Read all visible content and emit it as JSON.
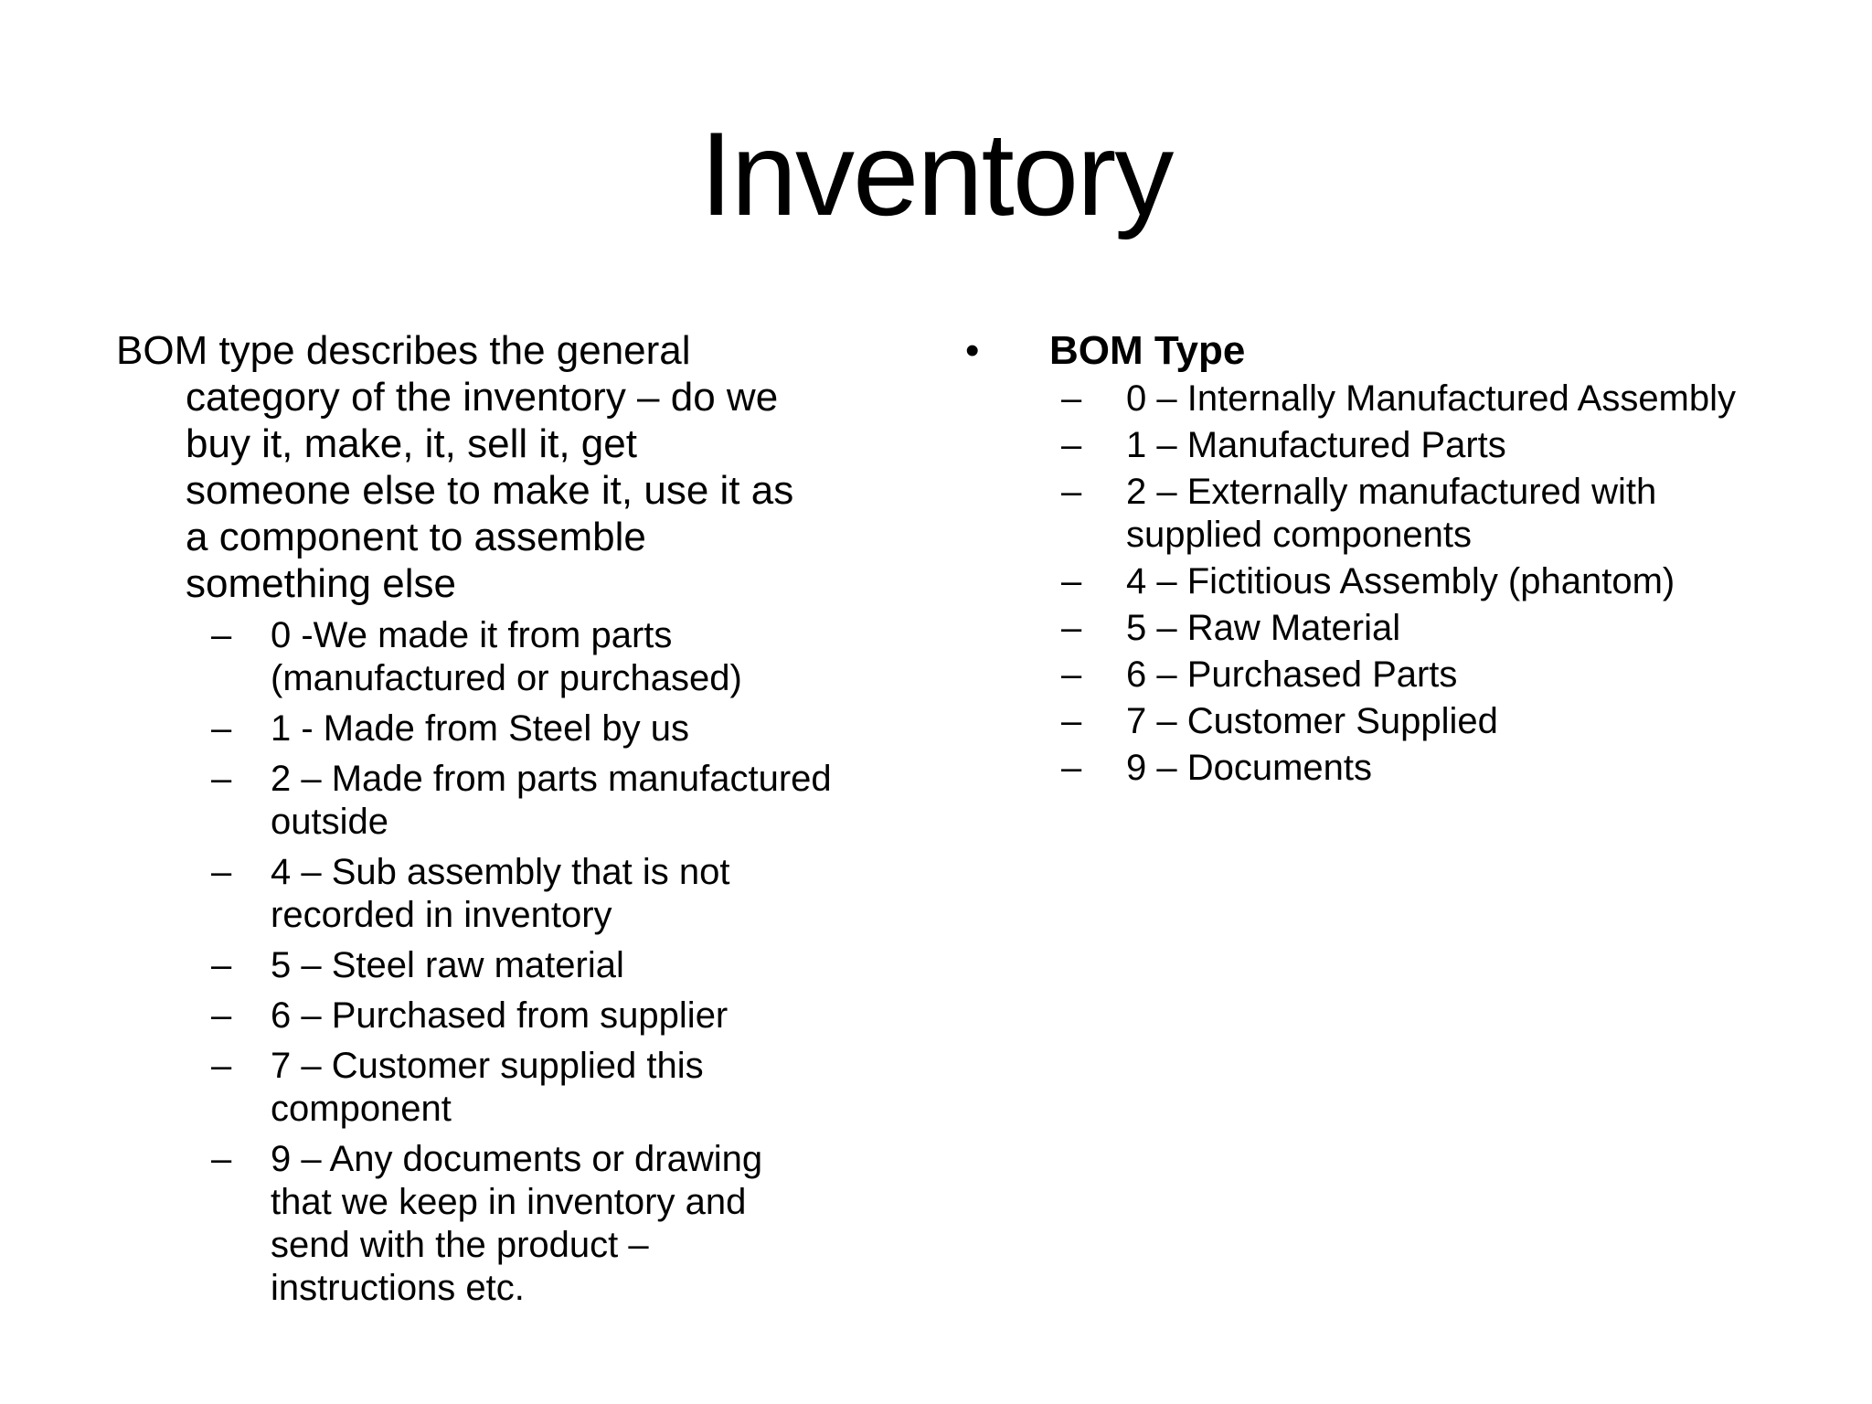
{
  "slide": {
    "title": "Inventory",
    "background_color": "#ffffff",
    "text_color": "#000000"
  },
  "markers": {
    "bullet": "•",
    "dash": "–"
  },
  "left_column": {
    "lead_lines": [
      "BOM type describes the general",
      "category of the inventory – do we",
      "buy it, make, it, sell it, get",
      "someone else to make it, use it as",
      "a component to assemble",
      "something else"
    ],
    "items": [
      {
        "lines": [
          "0 -We made it from parts",
          "(manufactured or purchased)"
        ]
      },
      {
        "lines": [
          "1 - Made from Steel by us"
        ]
      },
      {
        "lines": [
          "2 – Made from parts manufactured",
          "outside"
        ]
      },
      {
        "lines": [
          "4 – Sub assembly that is not",
          "recorded in inventory"
        ]
      },
      {
        "lines": [
          "5 – Steel raw material"
        ]
      },
      {
        "lines": [
          "6 – Purchased from supplier"
        ]
      },
      {
        "lines": [
          "7 – Customer supplied this",
          "component"
        ]
      },
      {
        "lines": [
          "9 – Any documents or drawing",
          "that we keep in inventory and",
          "send with the product –",
          "instructions etc."
        ]
      }
    ]
  },
  "right_column": {
    "heading": "BOM Type",
    "items": [
      {
        "lines": [
          "0 – Internally Manufactured Assembly"
        ]
      },
      {
        "lines": [
          "1 – Manufactured Parts"
        ]
      },
      {
        "lines": [
          "2 – Externally manufactured with",
          "supplied components"
        ]
      },
      {
        "lines": [
          "4 – Fictitious Assembly (phantom)"
        ]
      },
      {
        "lines": [
          "5 – Raw Material"
        ]
      },
      {
        "lines": [
          "6 – Purchased Parts"
        ]
      },
      {
        "lines": [
          "7 – Customer Supplied"
        ]
      },
      {
        "lines": [
          "9 – Documents"
        ]
      }
    ]
  }
}
